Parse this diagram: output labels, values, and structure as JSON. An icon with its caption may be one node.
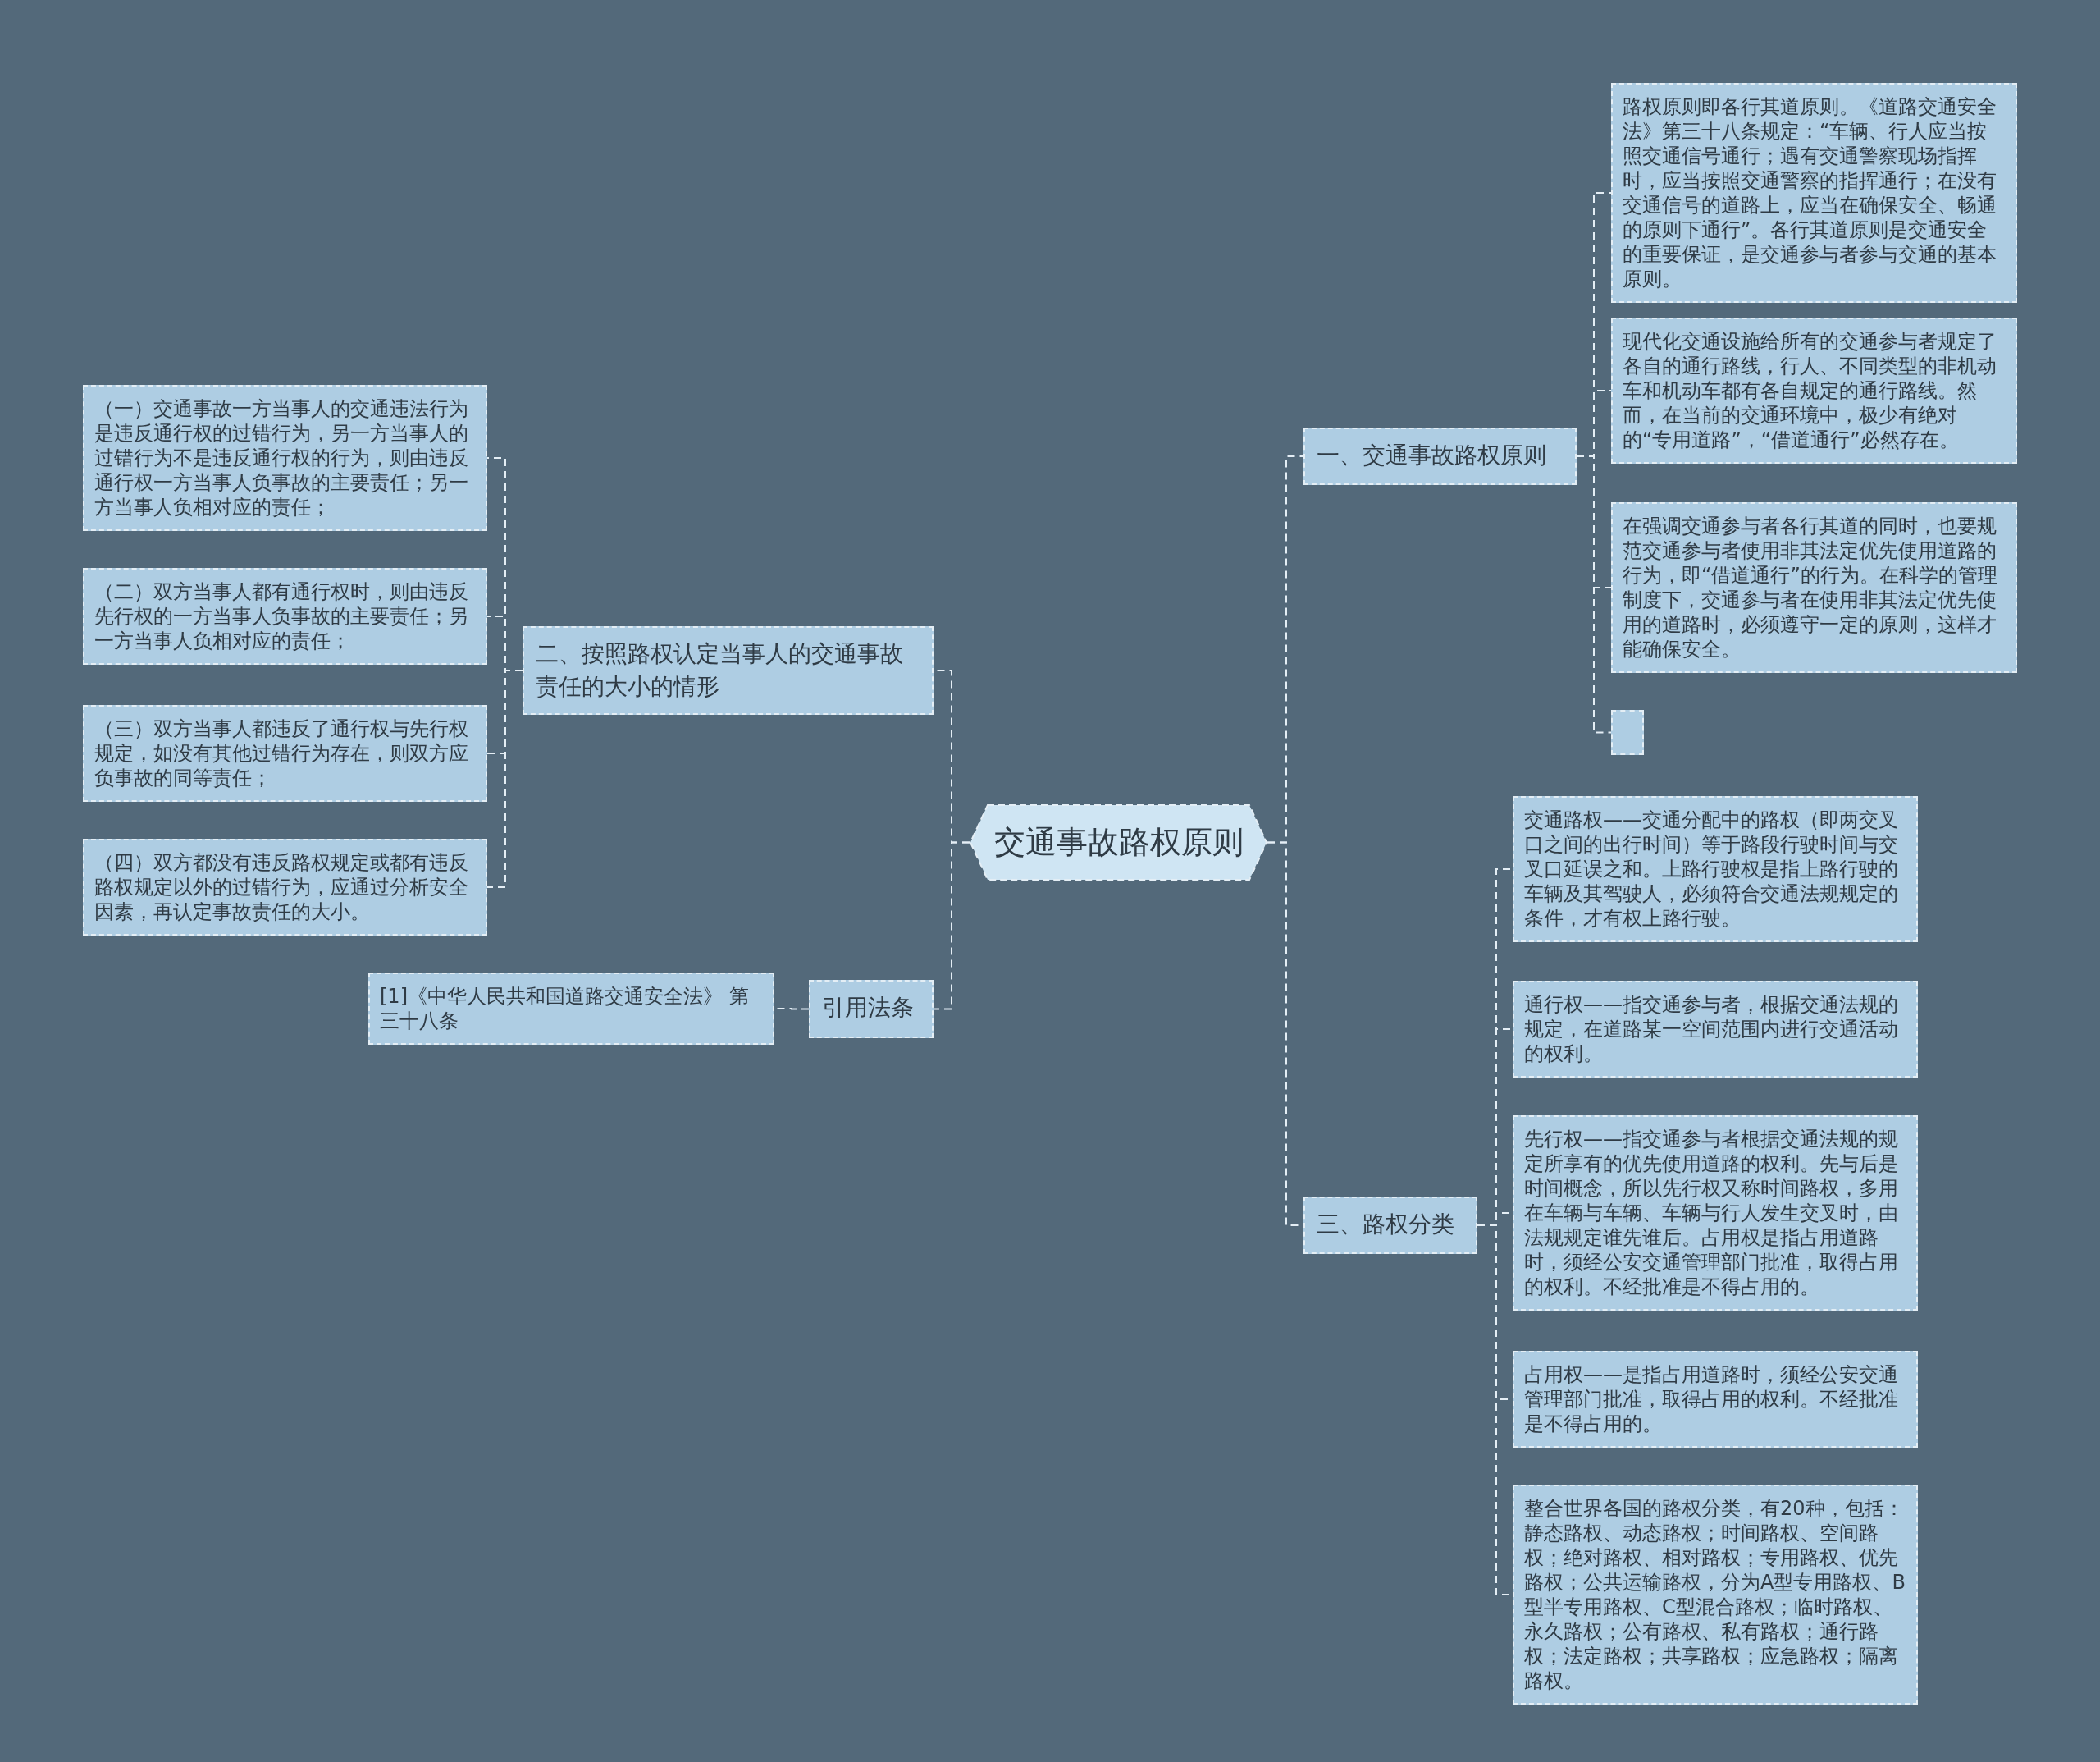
{
  "diagram": {
    "nodes": [
      {
        "text": [
          "交通事故路权原则"
        ]
      },
      {
        "text": [
          "一、交通事故路权原则"
        ]
      },
      {
        "text": [
          "路权原则即各行其道原则。《道路交通安全法》第三十八条规定：“车辆、行人应当按照交通信号通行；遇有交通警察现场指挥时，应当按照交通警察的指挥通行；在没有交通信号的道路上，应当在确保安全、畅通的原则下通行”。各行其道原则是交通安全的重要保证，是交通参与者参与交通的基本原则。"
        ]
      },
      {
        "text": [
          "现代化交通设施给所有的交通参与者规定了各自的通行路线，行人、不同类型的非机动车和机动车都有各自规定的通行路线。然而，在当前的交通环境中，极少有绝对的“专用道路”，“借道通行”必然存在。"
        ]
      },
      {
        "text": [
          "在强调交通参与者各行其道的同时，也要规范交通参与者使用非其法定优先使用道路的行为，即“借道通行”的行为。在科学的管理制度下，交通参与者在使用非其法定优先使用的道路时，必须遵守一定的原则，这样才能确保安全。"
        ]
      },
      {
        "text": [],
        "shape": "box"
      },
      {
        "text": [
          "三、路权分类"
        ]
      },
      {
        "text": [
          "交通路权——交通分配中的路权（即两交叉口之间的出行时间）等于路段行驶时间与交叉口延误之和。上路行驶权是指上路行驶的车辆及其驾驶人，必须符合交通法规规定的条件，才有权上路行驶。"
        ]
      },
      {
        "text": [
          "通行权——指交通参与者，根据交通法规的规定，在道路某一空间范围内进行交通活动的权利。"
        ]
      },
      {
        "text": [
          "先行权——指交通参与者根据交通法规的规定所享有的优先使用道路的权利。先与后是时间概念，所以先行权又称时间路权，多用在车辆与车辆、车辆与行人发生交叉时，由法规规定谁先谁后。占用权是指占用道路时，须经公安交通管理部门批准，取得占用的权利。不经批准是不得占用的。"
        ]
      },
      {
        "text": [
          "占用权——是指占用道路时，须经公安交通管理部门批准，取得占用的权利。不经批准是不得占用的。"
        ]
      },
      {
        "text": [
          "整合世界各国的路权分类，有20种，包括：静态路权、动态路权；时间路权、空间路权；绝对路权、相对路权；专用路权、优先路权；公共运输路权，分为A型专用路权、B型半专用路权、C型混合路权；临时路权、永久路权；公有路权、私有路权；通行路权；法定路权；共享路权；应急路权；隔离路权。"
        ]
      },
      {
        "text": [
          "二、按照路权认定当事人的交通事故责任的大小的情形"
        ]
      },
      {
        "text": [
          "（一）交通事故一方当事人的交通违法行为是违反通行权的过错行为，另一方当事人的过错行为不是违反通行权的行为，则由违反通行权一方当事人负事故的主要责任；另一方当事人负相对应的责任；"
        ]
      },
      {
        "text": [
          "（二）双方当事人都有通行权时，则由违反先行权的一方当事人负事故的主要责任；另一方当事人负相对应的责任；"
        ]
      },
      {
        "text": [
          "（三）双方当事人都违反了通行权与先行权规定，如没有其他过错行为存在，则双方应负事故的同等责任；"
        ]
      },
      {
        "text": [
          "（四）双方都没有违反路权规定或都有违反路权规定以外的过错行为，应通过分析安全因素，再认定事故责任的大小。"
        ]
      },
      {
        "text": [
          "引用法条"
        ]
      },
      {
        "text": [
          "[1]《中华人民共和国道路交通安全法》 第三十八条"
        ]
      }
    ],
    "edges": [
      {
        "from": 0,
        "to": 1,
        "arrow": "none"
      },
      {
        "from": 1,
        "to": 2,
        "arrow": "none"
      },
      {
        "from": 1,
        "to": 3,
        "arrow": "none"
      },
      {
        "from": 1,
        "to": 4,
        "arrow": "none"
      },
      {
        "from": 1,
        "to": 5,
        "arrow": "none"
      },
      {
        "from": 0,
        "to": 6,
        "arrow": "none"
      },
      {
        "from": 6,
        "to": 7,
        "arrow": "none"
      },
      {
        "from": 6,
        "to": 8,
        "arrow": "none"
      },
      {
        "from": 6,
        "to": 9,
        "arrow": "none"
      },
      {
        "from": 6,
        "to": 10,
        "arrow": "none"
      },
      {
        "from": 6,
        "to": 11,
        "arrow": "none"
      },
      {
        "from": 0,
        "to": 12,
        "arrow": "none"
      },
      {
        "from": 12,
        "to": 13,
        "arrow": "none"
      },
      {
        "from": 12,
        "to": 14,
        "arrow": "none"
      },
      {
        "from": 12,
        "to": 15,
        "arrow": "none"
      },
      {
        "from": 12,
        "to": 16,
        "arrow": "none"
      },
      {
        "from": 0,
        "to": 17,
        "arrow": "none"
      },
      {
        "from": 17,
        "to": 18,
        "arrow": "none"
      }
    ]
  }
}
